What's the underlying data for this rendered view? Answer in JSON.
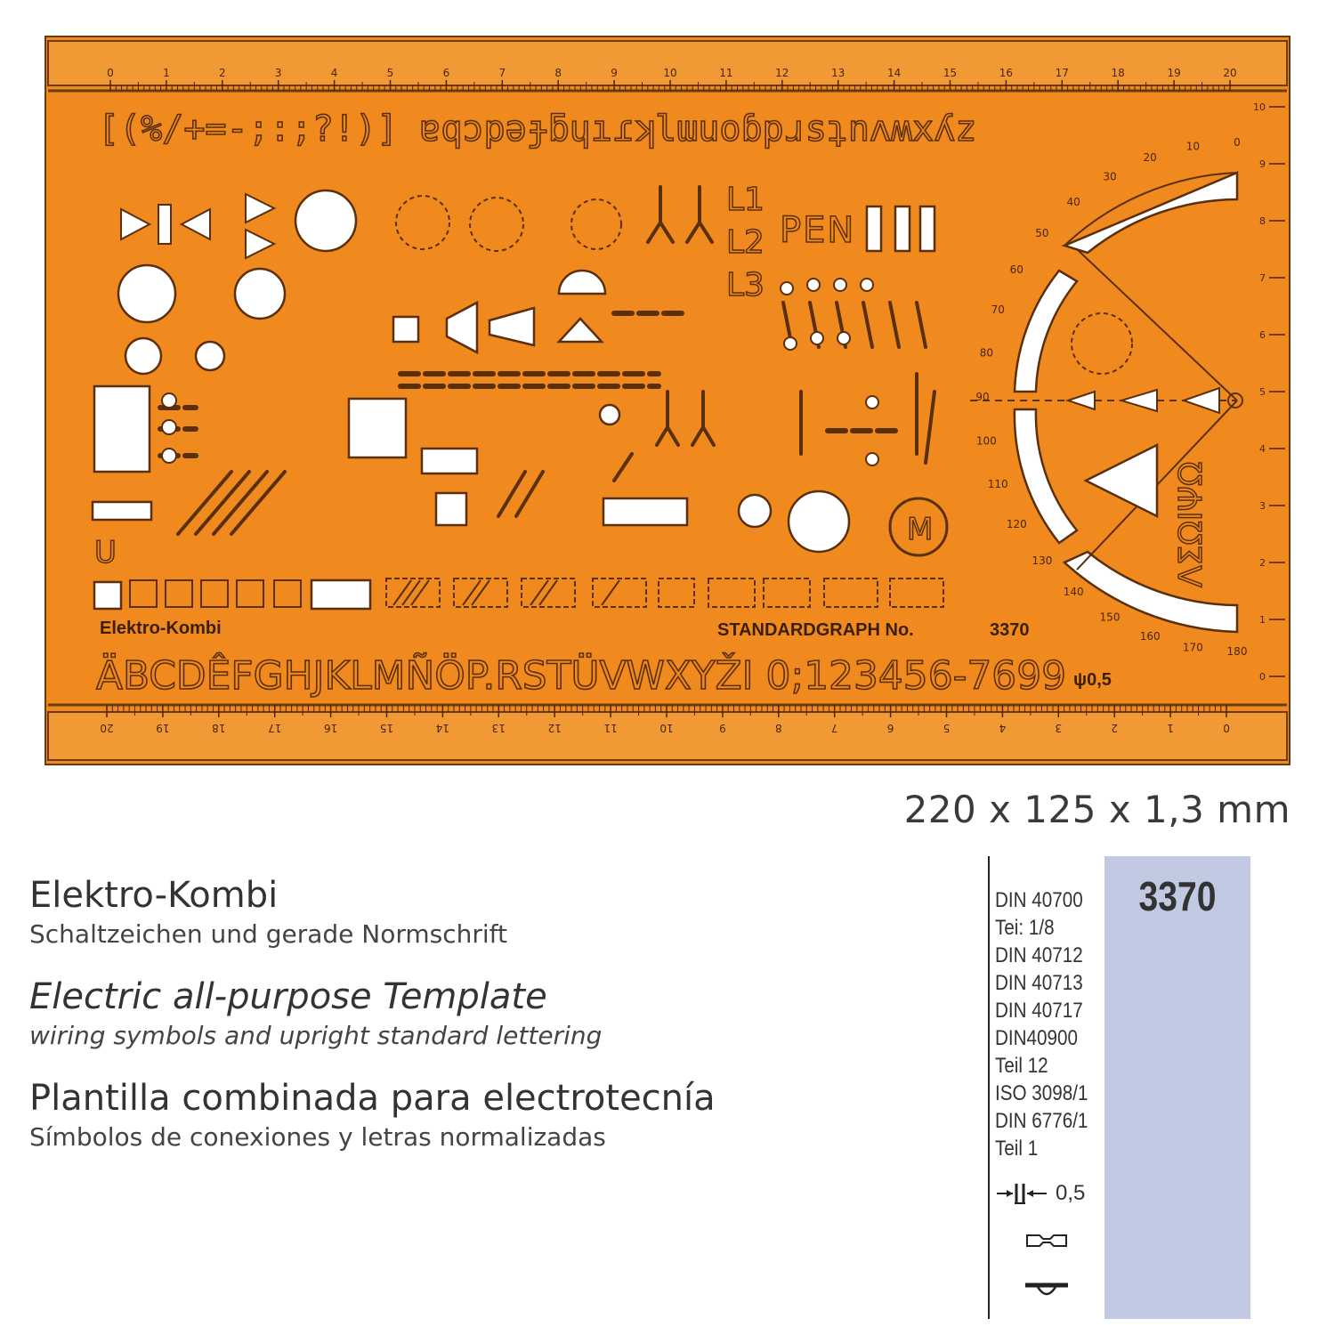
{
  "stencil": {
    "colors": {
      "plastic": "#f08a1e",
      "frame": "#6b3a10",
      "cutout": "#ffffff"
    },
    "top_scale_labels": [
      "0",
      "1",
      "2",
      "3",
      "4",
      "5",
      "6",
      "7",
      "8",
      "9",
      "10",
      "11",
      "12",
      "13",
      "14",
      "15",
      "16",
      "17",
      "18",
      "19",
      "20"
    ],
    "bottom_scale_labels": [
      "20",
      "19",
      "18",
      "17",
      "16",
      "15",
      "14",
      "13",
      "12",
      "11",
      "10",
      "9",
      "8",
      "7",
      "6",
      "5",
      "4",
      "3",
      "2",
      "1",
      "0"
    ],
    "right_scale_labels": [
      "10",
      "9",
      "8",
      "7",
      "6",
      "5",
      "4",
      "3",
      "2",
      "1",
      "0"
    ],
    "top_letter_row": "[(%/+=-;:;?!)] ɐqɔpǝɟƃɥıɾʞlɯuoɓpɹsʇnʌʍxʎz",
    "pen_label": "PEN",
    "phase_labels": [
      "L1",
      "L2",
      "L3"
    ],
    "u_label": "U",
    "motor_label": "M",
    "name_label": "Elektro-Kombi",
    "brand_label": "STANDARDGRAPH No.",
    "model_label": "3370",
    "bottom_letter_row": "ÄBCDÊFGHJKLMÑÖP.RSTÜVWXYŽI 0;123456-7699",
    "pen_size_label": "ψ0,5",
    "protractor_labels": [
      "0",
      "10",
      "20",
      "30",
      "40",
      "50",
      "60",
      "70",
      "80",
      "90",
      "100",
      "110",
      "120",
      "130",
      "140",
      "150",
      "160",
      "170",
      "180"
    ],
    "greek_row": "ΛΣΩΙΨΩ"
  },
  "dimensions": "220 x 125 x 1,3 mm",
  "descriptions": [
    {
      "title": "Elektro-Kombi",
      "subtitle": "Schaltzeichen und gerade Normschrift"
    },
    {
      "title": "Electric all-purpose Template",
      "subtitle": "wiring symbols and upright standard lettering"
    },
    {
      "title": "Plantilla combinada para electrotecnía",
      "subtitle": "Símbolos de conexiones y letras normalizadas"
    }
  ],
  "norms": [
    "DIN 40700",
    "Tei: 1/8",
    "DIN 40712",
    "DIN 40713",
    "DIN 40717",
    "DIN40900",
    "Teil 12",
    "ISO 3098/1",
    "DIN 6776/1",
    "Teil 1"
  ],
  "line_width_label": "0,5",
  "model_number": "3370",
  "icons": {
    "gap": "pen-gap-icon",
    "pen": "pen-nib-icon",
    "lead": "pencil-lead-icon"
  }
}
